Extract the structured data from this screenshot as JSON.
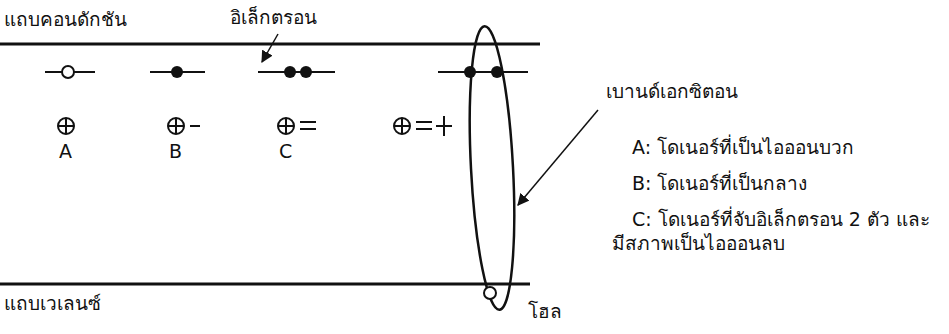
{
  "diagram": {
    "labels": [
      "แถบคอนดักชัน",
      "อิเล็กตรอน",
      "A",
      "B",
      "C",
      "เบานด์เอกซิตอน",
      "A: โดเนอร์ที่เป็นไอออนบวก",
      "B: โดเนอร์ที่เป็นกลาง",
      "C: โดเนอร์ที่จับอิเล็กตรอน 2 ตัว และมีสภาพเป็นไอออนลบ",
      "แถบเวเลนซ์",
      "โฮล"
    ]
  }
}
